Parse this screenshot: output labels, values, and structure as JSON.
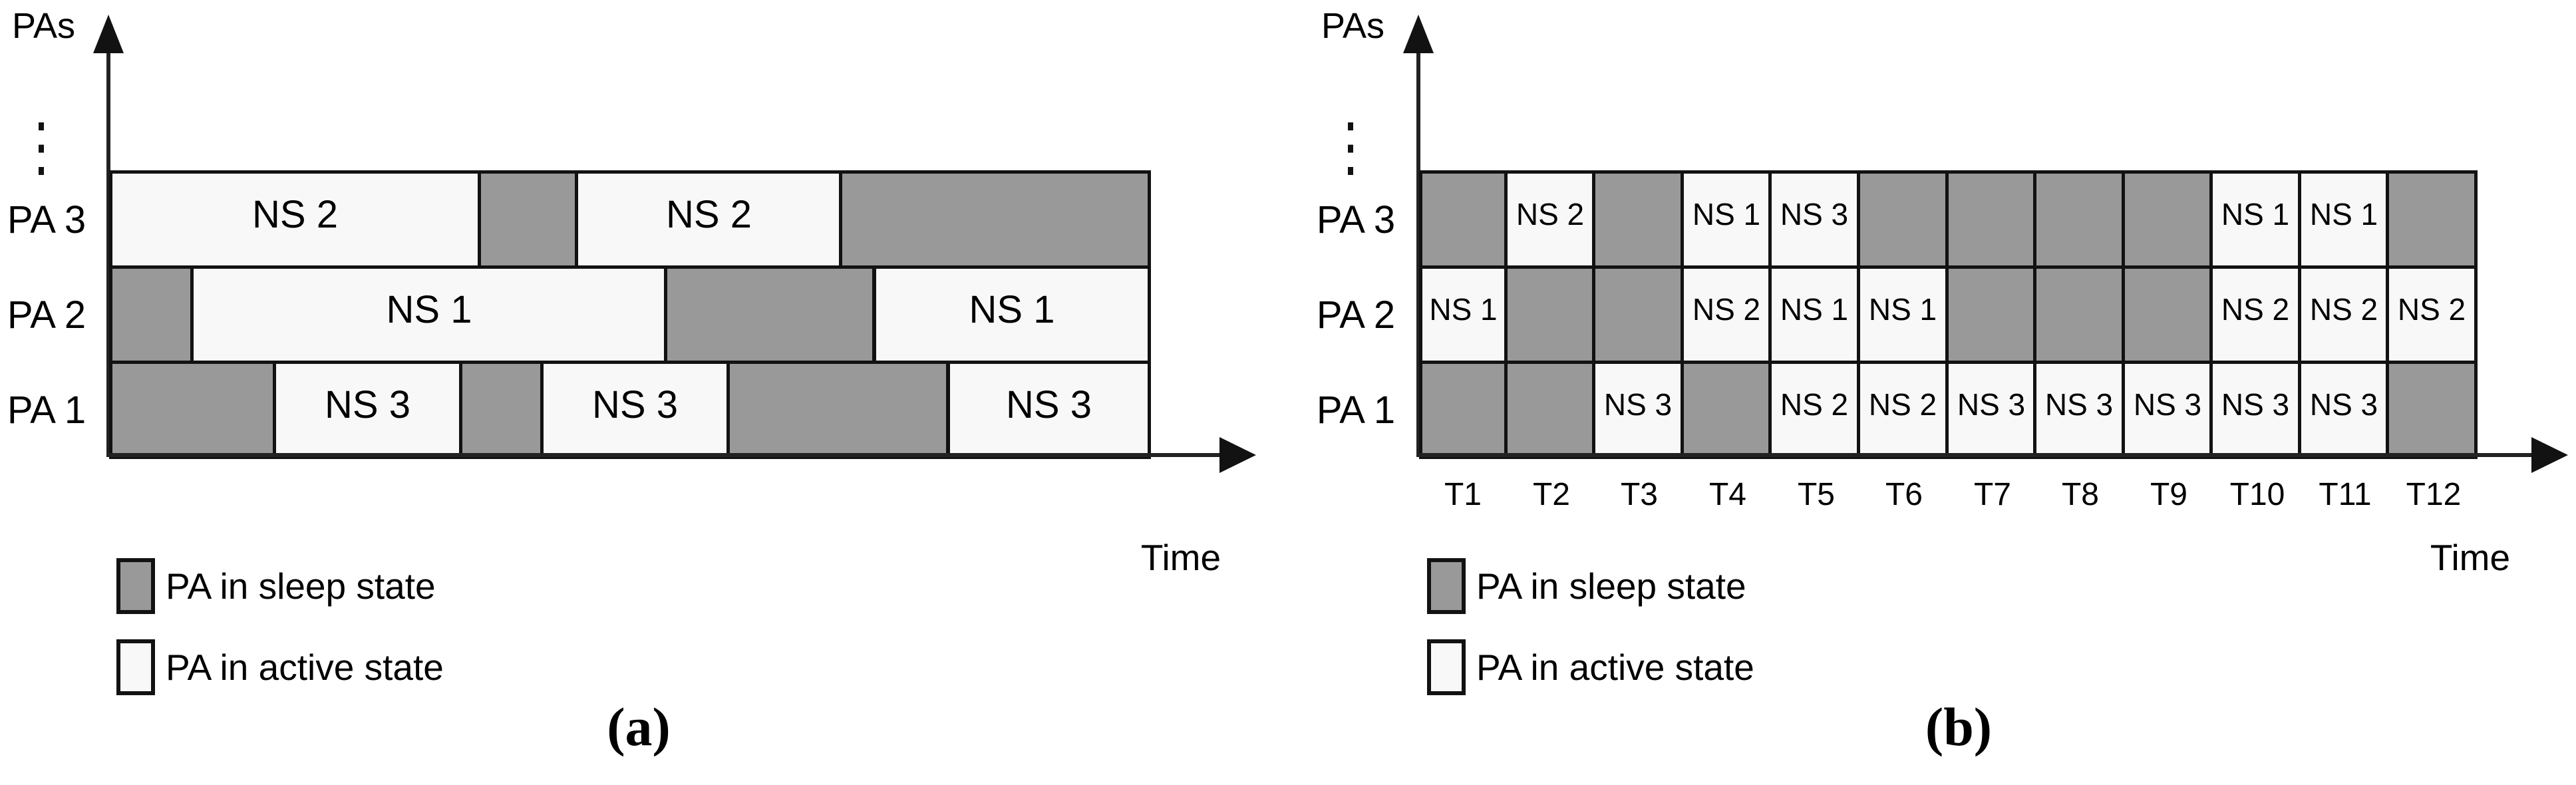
{
  "colors": {
    "sleep_fill": "#999999",
    "active_fill": "#f8f8f8",
    "cell_border": "#121212",
    "axis": "#222222",
    "text": "#000000"
  },
  "chart_data": [
    {
      "id": "a",
      "type": "gantt",
      "caption": "(a)",
      "ylabel": "PAs",
      "xlabel": "Time",
      "y_ellipsis": "⋮",
      "rows": [
        "PA 3",
        "PA 2",
        "PA 1"
      ],
      "row_segments": [
        [
          {
            "state": "active",
            "label": "NS 2",
            "start": 0.0,
            "end": 0.357
          },
          {
            "state": "sleep",
            "label": "",
            "start": 0.357,
            "end": 0.45
          },
          {
            "state": "active",
            "label": "NS 2",
            "start": 0.45,
            "end": 0.704
          },
          {
            "state": "sleep",
            "label": "",
            "start": 0.704,
            "end": 1.0
          }
        ],
        [
          {
            "state": "sleep",
            "label": "",
            "start": 0.0,
            "end": 0.081
          },
          {
            "state": "active",
            "label": "NS 1",
            "start": 0.081,
            "end": 0.536
          },
          {
            "state": "sleep",
            "label": "",
            "start": 0.536,
            "end": 0.736
          },
          {
            "state": "active",
            "label": "NS 1",
            "start": 0.736,
            "end": 1.0
          }
        ],
        [
          {
            "state": "sleep",
            "label": "",
            "start": 0.0,
            "end": 0.16
          },
          {
            "state": "active",
            "label": "NS 3",
            "start": 0.16,
            "end": 0.339
          },
          {
            "state": "sleep",
            "label": "",
            "start": 0.339,
            "end": 0.417
          },
          {
            "state": "active",
            "label": "NS 3",
            "start": 0.417,
            "end": 0.596
          },
          {
            "state": "sleep",
            "label": "",
            "start": 0.596,
            "end": 0.807
          },
          {
            "state": "active",
            "label": "NS 3",
            "start": 0.807,
            "end": 1.0
          }
        ]
      ],
      "legend": [
        {
          "state": "sleep",
          "label": "PA in sleep state"
        },
        {
          "state": "active",
          "label": "PA in active state"
        }
      ]
    },
    {
      "id": "b",
      "type": "gantt",
      "caption": "(b)",
      "ylabel": "PAs",
      "xlabel": "Time",
      "y_ellipsis": "⋮",
      "rows": [
        "PA 3",
        "PA 2",
        "PA 1"
      ],
      "time_slots": [
        "T1",
        "T2",
        "T3",
        "T4",
        "T5",
        "T6",
        "T7",
        "T8",
        "T9",
        "T10",
        "T11",
        "T12"
      ],
      "schedule": [
        [
          null,
          "NS 2",
          null,
          "NS 1",
          "NS 3",
          null,
          null,
          null,
          null,
          "NS 1",
          "NS 1",
          null
        ],
        [
          "NS 1",
          null,
          null,
          "NS 2",
          "NS 1",
          "NS 1",
          null,
          null,
          null,
          "NS 2",
          "NS 2",
          "NS 2"
        ],
        [
          null,
          null,
          "NS 3",
          null,
          "NS 2",
          "NS 2",
          "NS 3",
          "NS 3",
          "NS 3",
          "NS 3",
          "NS 3",
          null
        ]
      ],
      "legend": [
        {
          "state": "sleep",
          "label": "PA in sleep state"
        },
        {
          "state": "active",
          "label": "PA in active state"
        }
      ]
    }
  ]
}
